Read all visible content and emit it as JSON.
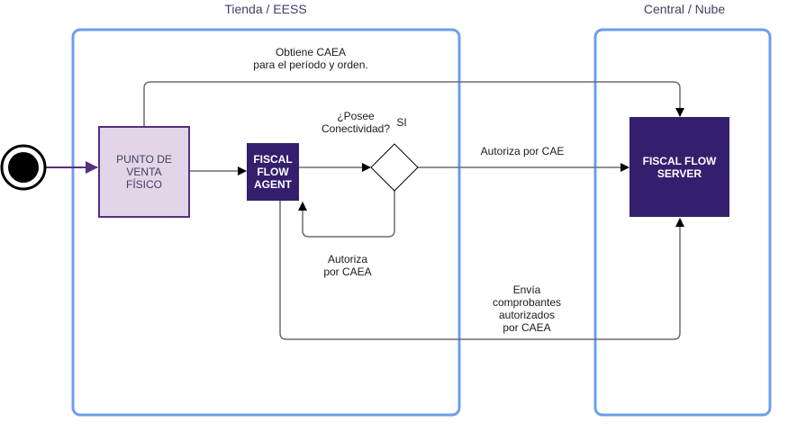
{
  "groups": {
    "store": {
      "title": "Tienda / EESS"
    },
    "cloud": {
      "title": "Central / Nube"
    }
  },
  "nodes": {
    "start": {
      "type": "initial-state"
    },
    "pos": {
      "label": "PUNTO DE\nVENTA\nFÍSICO"
    },
    "agent": {
      "label": "FISCAL\nFLOW\nAGENT"
    },
    "decision": {
      "label": "¿Posee\nConectividad?",
      "yes_label": "SI"
    },
    "server": {
      "label": "FISCAL FLOW\nSERVER"
    }
  },
  "edges": {
    "get_caea": {
      "label": "Obtiene CAEA\npara el período y orden."
    },
    "authorize_cae": {
      "label": "Autoriza por CAE"
    },
    "authorize_caea": {
      "label": "Autoriza\npor CAEA"
    },
    "send_receipts": {
      "label": "Envía\ncomprobantes\nautorizados\npor CAEA"
    }
  },
  "colors": {
    "group_border": "#6d9eeb",
    "dark_node_fill": "#331f6e",
    "light_node_fill": "#e1d5e7",
    "light_node_stroke": "#56307f",
    "connector": "#6b6b6b",
    "start_connector": "#56307f"
  }
}
